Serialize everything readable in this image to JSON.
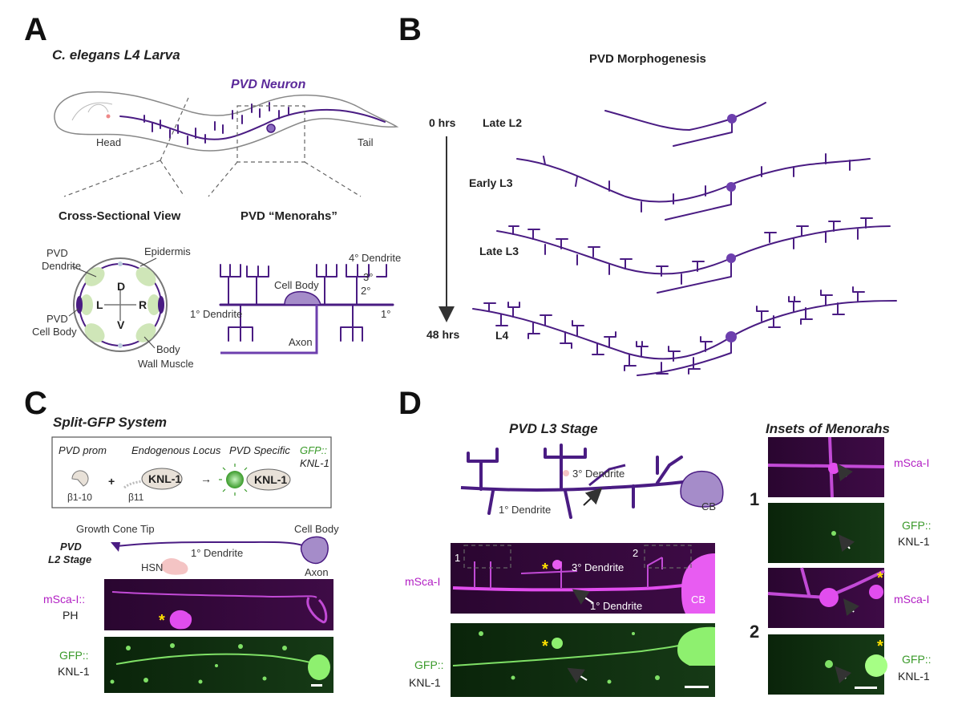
{
  "panels": {
    "a": {
      "letter": "A",
      "title": "C. elegans L4 Larva",
      "neuron_label": "PVD Neuron",
      "head": "Head",
      "tail": "Tail",
      "cross_section_title": "Cross-Sectional View",
      "menorahs_title": "PVD “Menorahs”",
      "pvd_dendrite_1": "PVD",
      "pvd_dendrite_2": "Dendrite",
      "epidermis": "Epidermis",
      "pvd_cell_body_1": "PVD",
      "pvd_cell_body_2": "Cell Body",
      "body_wall_1": "Body",
      "body_wall_2": "Wall Muscle",
      "axis_d": "D",
      "axis_v": "V",
      "axis_l": "L",
      "axis_r": "R",
      "dendrite_4": "4° Dendrite",
      "dendrite_3": "3°",
      "dendrite_2": "2°",
      "cell_body": "Cell Body",
      "dendrite_1": "1° Dendrite",
      "dendrite_1_short": "1°",
      "axon": "Axon"
    },
    "b": {
      "letter": "B",
      "title": "PVD Morphogenesis",
      "time_start": "0 hrs",
      "time_end": "48 hrs",
      "stages": [
        "Late L2",
        "Early L3",
        "Late L3",
        "L4"
      ]
    },
    "c": {
      "letter": "C",
      "title": "Split-GFP System",
      "pvd_prom": "PVD prom",
      "plus": "+",
      "endogenous_locus": "Endogenous Locus",
      "pvd_specific": "PVD Specific",
      "gfp_colon": "GFP::",
      "knl1_label": "KNL-1",
      "knl1_protein": "KNL-1",
      "knl1_protein_2": "KNL-1",
      "beta1_10": "β1-10",
      "beta11": "β11",
      "arrow": "→",
      "growth_cone_tip": "Growth Cone Tip",
      "cell_body": "Cell Body",
      "stage_1": "PVD",
      "stage_2": "L2 Stage",
      "dendrite_1": "1° Dendrite",
      "hsn": "HSN",
      "axon": "Axon",
      "msca_label": "mSca-I::",
      "ph_label": "PH",
      "gfp_label": "GFP::",
      "knl_label": "KNL-1",
      "star": "*"
    },
    "d": {
      "letter": "D",
      "title": "PVD L3 Stage",
      "insets_title": "Insets of Menorahs",
      "dendrite_3": "3° Dendrite",
      "dendrite_1": "1° Dendrite",
      "cb": "CB",
      "box_1": "1",
      "box_2": "2",
      "msca": "mSca-I",
      "gfp": "GFP::",
      "knl": "KNL-1",
      "inset_1": "1",
      "inset_2": "2",
      "inset_msca_1": "mSca-I",
      "inset_gfp_1": "GFP::",
      "inset_knl_1": "KNL-1",
      "inset_msca_2": "mSca-I",
      "inset_gfp_2": "GFP::",
      "inset_knl_2": "KNL-1",
      "star": "*"
    }
  },
  "colors": {
    "neuron": "#4a1c83",
    "magenta": "#b21fc4",
    "green": "#3a9a2a",
    "star": "#ffe100",
    "micro_magenta_bg": "#3a0a40",
    "micro_green_bg": "#0e2a0e"
  }
}
